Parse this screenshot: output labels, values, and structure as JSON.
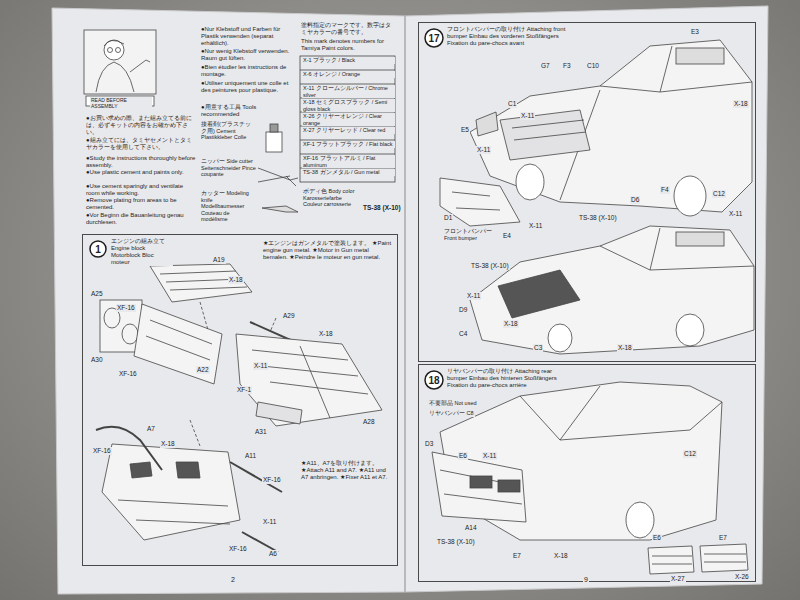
{
  "diagram": {
    "nodes": [
      {
        "text": [
          "エンジンの組み立て Engine block Motorblock Bloc moteur"
        ]
      },
      {
        "text": [
          "1"
        ],
        "in": 0
      },
      {
        "text": [
          "フロントバンパーの取り付け Attaching front bumper Einbau des vorderen Stoßfängers Fixation du pare-chocs avant"
        ]
      },
      {
        "text": [
          "17"
        ],
        "in": 2
      },
      {
        "text": [
          "リヤバンパーの取り付け Attaching rear bumper Einbau des hinteren Stoßfängers Fixation du pare-chocs arrière"
        ]
      },
      {
        "text": [
          "18"
        ],
        "in": 4
      }
    ],
    "labels": [
      "READ BEFORE ASSEMBLY",
      "●お買い求めの際、また組み立てる前には、必ずキットの内容をお確かめ下さい。",
      "●組み立てには、タミヤセメントとタミヤカラーを使用して下さい。",
      "●Study the instructions thoroughly before assembly.",
      "●Use plastic cement and paints only.",
      "●Use cement sparingly and ventilate room while working.",
      "●Remove plating from areas to be cemented.",
      "●Vor Beginn die Bauanleitung genau durchlesen.",
      "●Nur Klebstoff und Farben für Plastik verwenden (separat erhältlich).",
      "●Nur wenig Klebstoff verwenden. Raum gut lüften.",
      "●Bien étudier les instructions de montage.",
      "●Utiliser uniquement une colle et des peintures pour plastique.",
      "●用意する工具 Tools recommended",
      "接着剤(プラスチック用) Cement Plastikkleber Colle",
      "ニッパー Side cutter Seitenschneider Pince coupante",
      "カッター Modeling knife Modellbaumesser Couteau de modélisme",
      "塗料指定のマークです。数字はタミヤカラーの番号です。",
      "This mark denotes numbers for Tamiya Paint colors.",
      "X-1 ブラック / Black",
      "X-6 オレンジ / Orange",
      "X-11 クロームシルバー / Chrome silver",
      "X-18 セミグロスブラック / Semi gloss black",
      "X-26 クリヤーオレンジ / Clear orange",
      "X-27 クリヤーレッド / Clear red",
      "XF-1 フラットブラック / Flat black",
      "XF-16 フラットアルミ / Flat aluminum",
      "TS-38 ガンメタル / Gun metal",
      "ボディ色 Body color Karosseriefarbe Couleur carrosserie",
      "TS-38 (X-10)",
      "★エンジンはガンメタルで塗装します。 ★Paint engine gun metal. ★Motor in Gun metal bemalen. ★Peindre le moteur en gun metal.",
      "A19",
      "X-18",
      "A25",
      "XF-16",
      "A30",
      "XF-16",
      "A22",
      "A29",
      "X-18",
      "X-11",
      "XF-1",
      "A31",
      "A28",
      "A7",
      "X-18",
      "XF-16",
      "A11",
      "XF-16",
      "X-11",
      "XF-16",
      "A6",
      "★A11、A7を取り付けます。 ★Attach A11 and A7. ★A11 und A7 anbringen. ★Fixer A11 et A7.",
      "2",
      "E3",
      "G7",
      "F3",
      "C10",
      "X-18",
      "C1",
      "X-11",
      "E5",
      "X-11",
      "F4",
      "C12",
      "D6",
      "X-11",
      "TS-38 (X-10)",
      "D1",
      "フロントバンパー Front bumper",
      "E4",
      "X-11",
      "TS-38 (X-10)",
      "X-11",
      "D9",
      "X-18",
      "C4",
      "C3",
      "X-18",
      "不要部品 Not used",
      "リヤバンパー C8",
      "D3",
      "E6",
      "X-11",
      "A14",
      "C12",
      "TS-38 (X-10)",
      "E7",
      "X-18",
      "E6",
      "X-27",
      "E7",
      "X-26",
      "9"
    ]
  }
}
